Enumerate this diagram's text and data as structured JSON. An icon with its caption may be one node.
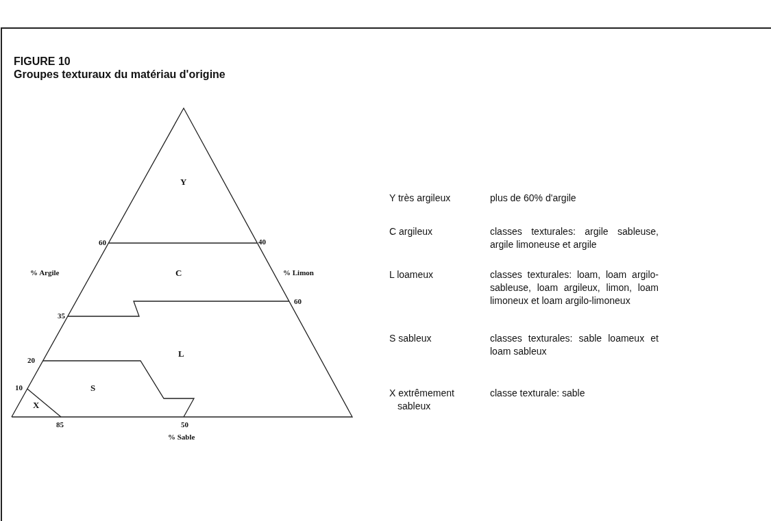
{
  "diagram": {
    "title": "FIGURE 10",
    "caption": "Groupes texturaux du matériau d'origine",
    "labels": [
      "Y",
      "60",
      "40",
      "% Argile",
      "C",
      "% Limon",
      "60",
      "35",
      "L",
      "20",
      "10",
      "S",
      "X",
      "85",
      "50",
      "% Sable",
      "Y très argileux",
      "plus de 60% d'argile",
      "C argileux",
      "classes texturales: argile sableuse, argile limoneuse et argile",
      "L loameux",
      "classes texturales: loam, loam argilo-sableuse, loam argileux, limon, loam limoneux et loam argilo-limoneux",
      "S sableux",
      "classes texturales: sable loameux et loam sableux",
      "X extrêmement sableux",
      "classe texturale: sable"
    ]
  }
}
